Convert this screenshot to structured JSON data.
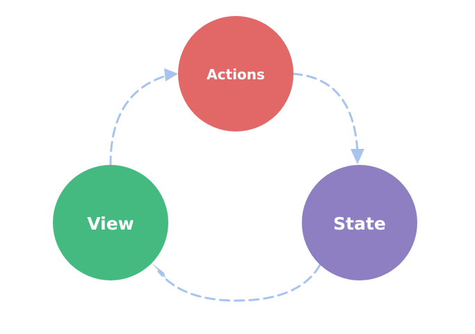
{
  "diagram": {
    "nodes": {
      "actions": {
        "label": "Actions",
        "color": "#e26767"
      },
      "state": {
        "label": "State",
        "color": "#8e7fc3"
      },
      "view": {
        "label": "View",
        "color": "#44ba80"
      }
    },
    "edges": [
      {
        "from": "Actions",
        "to": "State"
      },
      {
        "from": "State",
        "to": "View"
      },
      {
        "from": "View",
        "to": "Actions"
      }
    ],
    "edge_style": {
      "color": "#a7c4ee",
      "line": "dashed"
    }
  }
}
